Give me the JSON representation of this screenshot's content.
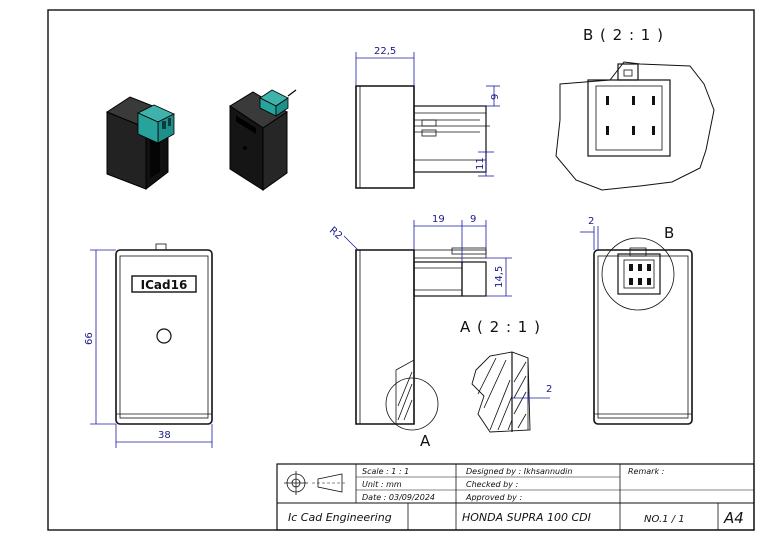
{
  "dimensions": {
    "top_width": "22,5",
    "top_h1": "9",
    "top_h2": "11",
    "front_height": "66",
    "front_width": "38",
    "side_d1": "19",
    "side_d2": "9",
    "side_h": "14,5",
    "radius": "R2",
    "right_d": "2",
    "detail_a_d": "2"
  },
  "labels": {
    "part_text": "ICad16",
    "view_b": "B ( 2 : 1 )",
    "view_a": "A ( 2 : 1 )",
    "marker_a": "A",
    "marker_b": "B"
  },
  "title_block": {
    "scale": "Scale : 1 : 1",
    "unit": "Unit   : mm",
    "date": "Date  : 03/09/2024",
    "designed_by": "Designed by  : Ikhsannudin",
    "checked_by": "Checked by    :",
    "approved_by": "Approved by  :",
    "remark": "Remark :",
    "company": "Ic Cad Engineering",
    "title": "HONDA SUPRA 100 CDI",
    "sheet_no": "NO.1 / 1",
    "size": "A4"
  },
  "colors": {
    "body": "#1c1c1c",
    "connector": "#1e8f8a",
    "dimension": "#1a1aa8"
  }
}
